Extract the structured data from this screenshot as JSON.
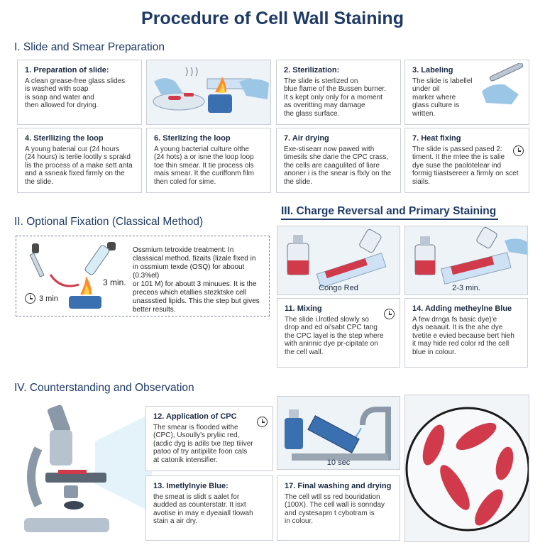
{
  "title": "Procedure of Cell Wall Staining",
  "sections": {
    "s1": "I. Slide and Smear Preparation",
    "s2": "II. Optional Fixation (Classical Method)",
    "s3": "III. Charge Reversal and Primary Staining",
    "s4": "IV. Counterstanding and Observation"
  },
  "steps": [
    {
      "heading": "1. Preparation of slide:",
      "text": "A clean grease-free glass slides\nis washed with soap\nis soap and water and\nthen allowed for drying."
    },
    {
      "heading": "2. Sterilization:",
      "text": "The slide is sterlized on\nblue flame of the Bussen burner.\nIt s kept only only for a moment\nas overitting may damage\nthe glass surface."
    },
    {
      "heading": "3. Labeling",
      "text": "The slide is labellel\nunder oil\nmarker where\nglass culture is\nwritten."
    },
    {
      "heading": "4. Sterllizing the loop",
      "text": "A young baterial cur (24 hours\n(24 hours) is terile lootily s sprakd\nlis the process of a make sett anta\nand a ssneak fixed firmly on the\nthe slide."
    },
    {
      "heading": "6. Sterlizing the loop",
      "text": "A young bacterial culture olthe\n(24 hots) a or isne the loop loop\ntoe thin smear. It tie process ols\nmais smear. It the curiffonm film\nthen coled for sime."
    },
    {
      "heading": "7. Air drying",
      "text": "Exe-stisearr now pawed with\ntimesils she darie the CPC crass,\nthe cells are caagulited of liare\nanoner i is the snear is flxly on the\nthe slide."
    },
    {
      "heading": "7. Heat fixing",
      "text": "The slide is passed pased 2:\ntiment. It the mtee the is salie\ndye suse the paolotelear ind\nformig tiiastsereer a firmly on scet\nsiails."
    },
    {
      "heading": "11. Mixing",
      "text": "The slide i.lrotled slowly so\ndrop and ed oi'sabt CPC tang\nthe CPC layel is the step where\nwith aninnic dye pr-cipitate on\nthe cell wall."
    },
    {
      "heading": "14. Adding metheylne Blue",
      "text": "A few drnga fs basic dye)'e\ndys oeaauit. It is the ahe dye\ntvetite e evied because bert hieh\nit may hide red color rd the cell\nblue in colour."
    },
    {
      "heading": "12. Application of CPC",
      "text": "The smear is flooded withe\n(CPC), Usoully's pryliic red,\n(acdic dyg is adils txe ttep tiiiver\npatoo of try antipilite foon cals\nat catonik intensifier."
    },
    {
      "heading": "13. Imetlylnyie Blue:",
      "text": "the smeat is slidt s aalet for\naudded as counterstatr. It isxt\navotise in may e dyeaiall tlowah\nstain a air dry."
    },
    {
      "heading": "17. Final washing and drying",
      "text": "The cell wtll ss red bouridation\n(100X). The cell wall is sonnday\nand cystesapm t cybotram is\nin colour."
    }
  ],
  "fixation": {
    "text": "Ossmium tetroxide treatment: In\nclasssical method, fizaits (lizale fixed in\nin ossmium texde (OSQ) for aboout (0.3%el)\nor 101 M) for aboutt 3 minuues. It is the\npreceos which etallies stezktske cell\nunassstied lipids. This the step but gives\nbetter results.",
    "time_left": "3 min",
    "time_right": "3 min."
  },
  "captions": {
    "congo": "Congo Red",
    "minutes": "2-3 min.",
    "sec": "10 sec"
  },
  "colors": {
    "title": "#1f3a66",
    "red": "#d13a4a",
    "blue": "#3a6fb0"
  }
}
